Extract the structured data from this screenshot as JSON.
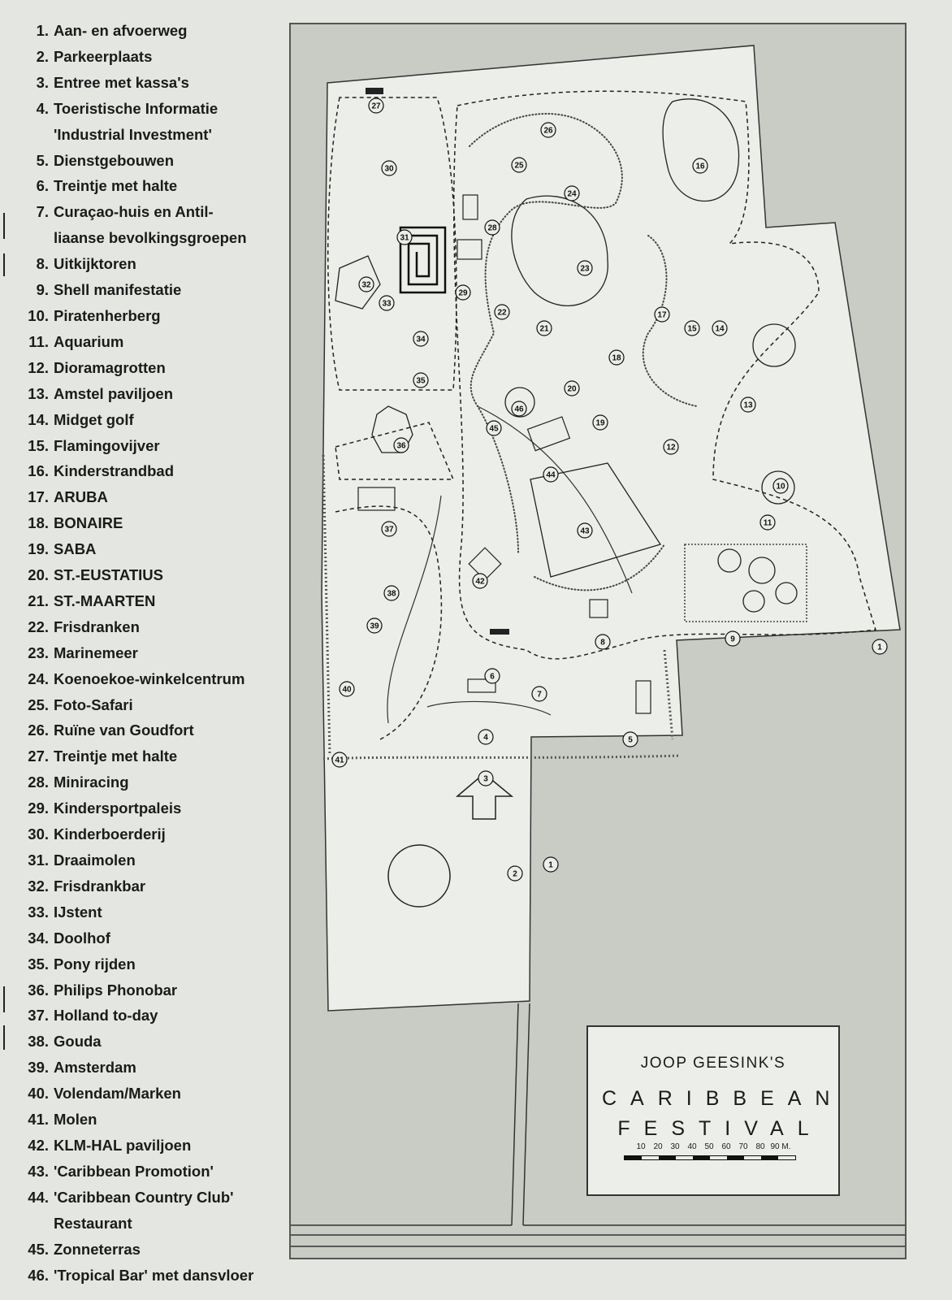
{
  "legend": [
    {
      "n": "1.",
      "t": "Aan- en afvoerweg"
    },
    {
      "n": "2.",
      "t": "Parkeerplaats"
    },
    {
      "n": "3.",
      "t": "Entree met kassa's"
    },
    {
      "n": "4.",
      "t": "Toeristische Informatie",
      "t2": "'Industrial Investment'"
    },
    {
      "n": "5.",
      "t": "Dienstgebouwen"
    },
    {
      "n": "6.",
      "t": "Treintje met halte"
    },
    {
      "n": "7.",
      "t": "Curaçao-huis en Antil-",
      "t2": "liaanse bevolkingsgroepen"
    },
    {
      "n": "8.",
      "t": "Uitkijktoren"
    },
    {
      "n": "9.",
      "t": "Shell manifestatie"
    },
    {
      "n": "10.",
      "t": "Piratenherberg"
    },
    {
      "n": "11.",
      "t": "Aquarium"
    },
    {
      "n": "12.",
      "t": "Dioramagrotten"
    },
    {
      "n": "13.",
      "t": "Amstel paviljoen"
    },
    {
      "n": "14.",
      "t": "Midget golf"
    },
    {
      "n": "15.",
      "t": "Flamingovijver"
    },
    {
      "n": "16.",
      "t": "Kinderstrandbad"
    },
    {
      "n": "17.",
      "t": "ARUBA"
    },
    {
      "n": "18.",
      "t": "BONAIRE"
    },
    {
      "n": "19.",
      "t": "SABA"
    },
    {
      "n": "20.",
      "t": "ST.-EUSTATIUS"
    },
    {
      "n": "21.",
      "t": "ST.-MAARTEN"
    },
    {
      "n": "22.",
      "t": "Frisdranken"
    },
    {
      "n": "23.",
      "t": "Marinemeer"
    },
    {
      "n": "24.",
      "t": "Koenoekoe-winkelcentrum"
    },
    {
      "n": "25.",
      "t": "Foto-Safari"
    },
    {
      "n": "26.",
      "t": "Ruïne van Goudfort"
    },
    {
      "n": "27.",
      "t": "Treintje met halte"
    },
    {
      "n": "28.",
      "t": "Miniracing"
    },
    {
      "n": "29.",
      "t": "Kindersportpaleis"
    },
    {
      "n": "30.",
      "t": "Kinderboerderij"
    },
    {
      "n": "31.",
      "t": "Draaimolen"
    },
    {
      "n": "32.",
      "t": "Frisdrankbar"
    },
    {
      "n": "33.",
      "t": "IJstent"
    },
    {
      "n": "34.",
      "t": "Doolhof"
    },
    {
      "n": "35.",
      "t": "Pony rijden"
    },
    {
      "n": "36.",
      "t": "Philips Phonobar"
    },
    {
      "n": "37.",
      "t": "Holland to-day"
    },
    {
      "n": "38.",
      "t": "Gouda"
    },
    {
      "n": "39.",
      "t": "Amsterdam"
    },
    {
      "n": "40.",
      "t": "Volendam/Marken"
    },
    {
      "n": "41.",
      "t": "Molen"
    },
    {
      "n": "42.",
      "t": "KLM-HAL paviljoen"
    },
    {
      "n": "43.",
      "t": "'Caribbean Promotion'"
    },
    {
      "n": "44.",
      "t": "'Caribbean Country Club'",
      "t2": "Restaurant"
    },
    {
      "n": "45.",
      "t": "Zonneterras"
    },
    {
      "n": "46.",
      "t": "'Tropical Bar' met dansvloer"
    }
  ],
  "title_box": {
    "maker": "JOOP GEESINK'S",
    "title_line1": "CARIBBEAN",
    "title_line2": "FESTIVAL",
    "scale_labels": [
      "10",
      "20",
      "30",
      "40",
      "50",
      "60",
      "70",
      "80",
      "90 M."
    ]
  },
  "map": {
    "markers": [
      "1",
      "2",
      "3",
      "4",
      "5",
      "6",
      "7",
      "8",
      "9",
      "10",
      "11",
      "12",
      "13",
      "14",
      "15",
      "16",
      "17",
      "18",
      "19",
      "20",
      "21",
      "22",
      "23",
      "24",
      "25",
      "26",
      "27",
      "28",
      "29",
      "30",
      "31",
      "32",
      "33",
      "34",
      "35",
      "36",
      "37",
      "38",
      "39",
      "40",
      "41",
      "42",
      "43",
      "44",
      "45",
      "46",
      "1"
    ]
  },
  "colors": {
    "paper": "#e4e6e1",
    "map_background": "#c9cbc5",
    "site": "#eceee9",
    "ink": "#1b1b1b"
  }
}
